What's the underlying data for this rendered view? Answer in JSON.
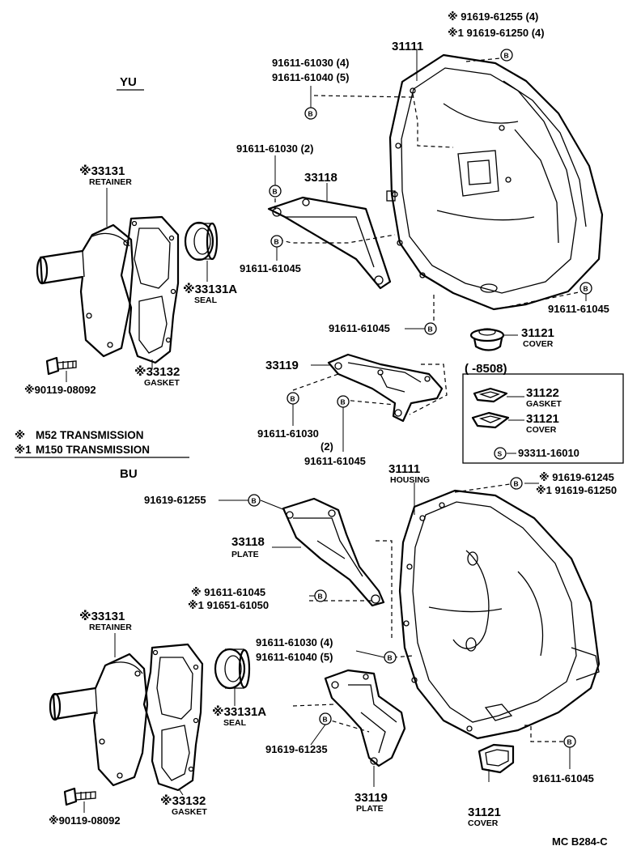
{
  "sections": {
    "top": "YU",
    "bottom": "BU"
  },
  "legend": {
    "m52": "M52 TRANSMISSION",
    "m150": "M150 TRANSMISSION"
  },
  "bolt_marker": "B",
  "screw_marker": "S",
  "top": {
    "bolt_pair_top_right_1": "※ 91619-61255 (4)",
    "bolt_pair_top_right_2": "※1 91619-61250 (4)",
    "housing_num": "31111",
    "bolt_pair_top_left_1": "91611-61030 (4)",
    "bolt_pair_top_left_2": "91611-61040 (5)",
    "bolt_plate_top": "91611-61030 (2)",
    "plate_num": "33118",
    "bolt_plate_bottom": "91611-61045",
    "bolt_housing_right": "91611-61045",
    "bolt_housing_lower": "91611-61045",
    "cover_num": "31121",
    "cover_cap": "COVER",
    "retainer_num": "※33131",
    "retainer_cap": "RETAINER",
    "seal_num": "※33131A",
    "seal_cap": "SEAL",
    "gasket_num": "※33132",
    "gasket_cap": "GASKET",
    "bolt_retainer": "※90119-08092",
    "stiffener_num": "33119",
    "bolt_stiff_left_1": "91611-61030",
    "bolt_stiff_left_2": "(2)",
    "bolt_stiff_right": "91611-61045",
    "inset_title": "(        -8508)",
    "inset_gasket_num": "31122",
    "inset_gasket_cap": "GASKET",
    "inset_cover_num": "31121",
    "inset_cover_cap": "COVER",
    "inset_screw": "93311-16010"
  },
  "bottom": {
    "housing_num": "31111",
    "housing_cap": "HOUSING",
    "bolt_pair_right_1": "※ 91619-61245",
    "bolt_pair_right_2": "※1 91619-61250",
    "bolt_plate_top": "91619-61255",
    "plate_num": "33118",
    "plate_cap": "PLATE",
    "bolt_pair_mid_1": "※ 91611-61045",
    "bolt_pair_mid_2": "※1 91651-61050",
    "retainer_num": "※33131",
    "retainer_cap": "RETAINER",
    "bolt_pair_low_1": "91611-61030 (4)",
    "bolt_pair_low_2": "91611-61040 (5)",
    "seal_num": "※33131A",
    "seal_cap": "SEAL",
    "bolt_lower_plate": "91619-61235",
    "gasket_num": "※33132",
    "gasket_cap": "GASKET",
    "plate2_num": "33119",
    "plate2_cap": "PLATE",
    "bolt_retainer": "※90119-08092",
    "cover_num": "31121",
    "cover_cap": "COVER",
    "bolt_right": "91611-61045"
  },
  "footer_code": "MC B284-C"
}
